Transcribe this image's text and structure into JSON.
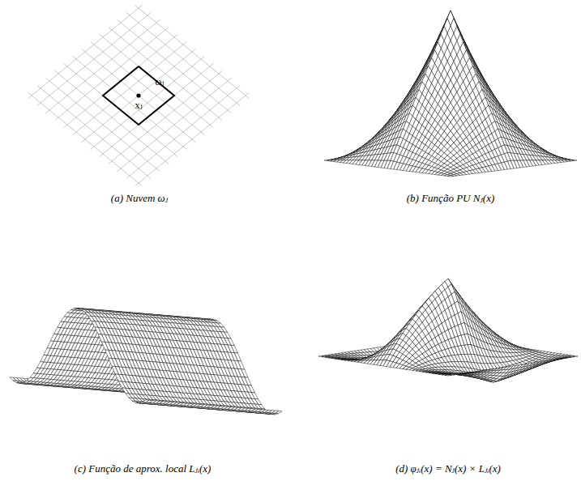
{
  "diagram": {
    "labels": [
      "ωⱼ",
      "xⱼ",
      "(a) Nuvem ωⱼ",
      "(b) Função PU Nⱼ(x)",
      "(c) Função de aprox. local Lⱼᵢ(x)",
      "(d) φⱼᵢ(x) = Nⱼ(x) × Lⱼᵢ(x)"
    ]
  }
}
